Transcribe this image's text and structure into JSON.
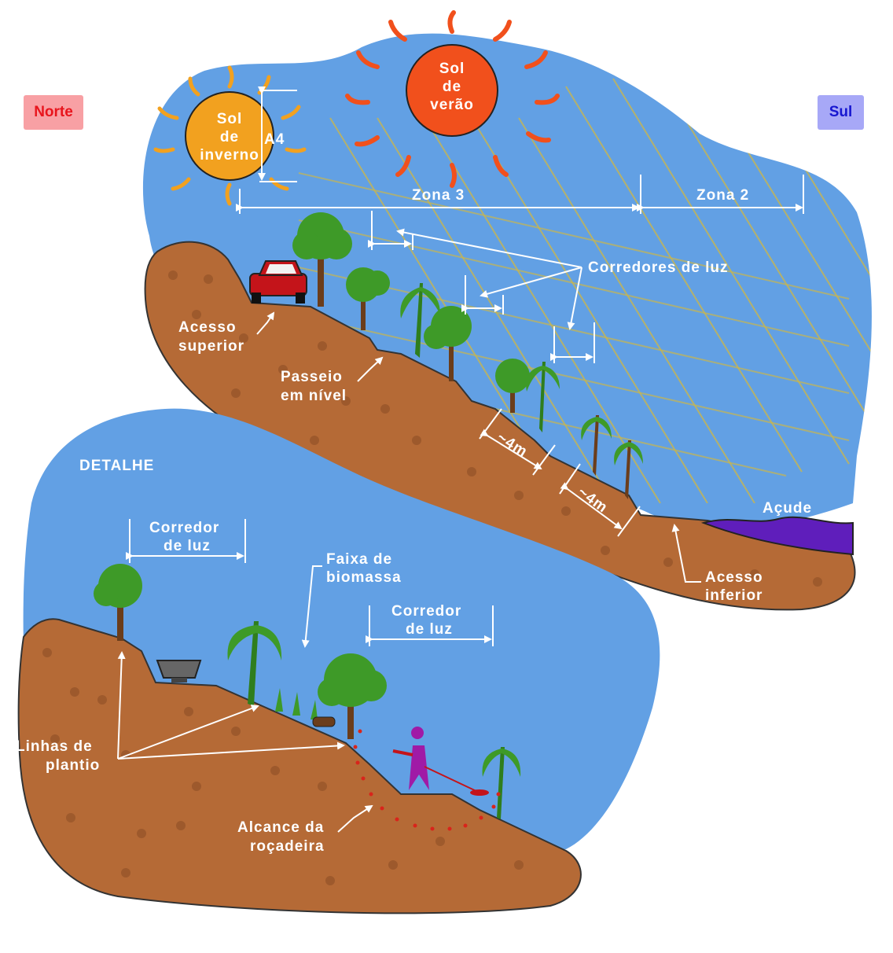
{
  "directions": {
    "north": "Norte",
    "south": "Sul"
  },
  "colors": {
    "north": "#e8151d",
    "south": "#1717d0",
    "sky": "#62a0e4",
    "soil": "#b56a36",
    "pond": "#5f1ebb"
  },
  "suns": {
    "winter": [
      "Sol",
      "de",
      "inverno"
    ],
    "summer": [
      "Sol",
      "de",
      "verão"
    ],
    "winter_marker": "A4"
  },
  "zones": {
    "zone3": "Zona 3",
    "zone2": "Zona 2"
  },
  "labels": {
    "light_corridors": "Corredores de luz",
    "upper_access": [
      "Acesso",
      "superior"
    ],
    "level_path": [
      "Passeio",
      "em nível"
    ],
    "spacing_1": "~4m",
    "spacing_2": "~4m",
    "pond": "Açude",
    "lower_access": [
      "Acesso",
      "inferior"
    ]
  },
  "detail": {
    "title": "DETALHE",
    "corridor_1": [
      "Corredor",
      "de luz"
    ],
    "biomass": [
      "Faixa de",
      "biomassa"
    ],
    "corridor_2": [
      "Corredor",
      "de luz"
    ],
    "planting_lines": [
      "Linhas de",
      "plantio"
    ],
    "brushcutter_reach": [
      "Alcance da",
      "roçadeira"
    ]
  }
}
